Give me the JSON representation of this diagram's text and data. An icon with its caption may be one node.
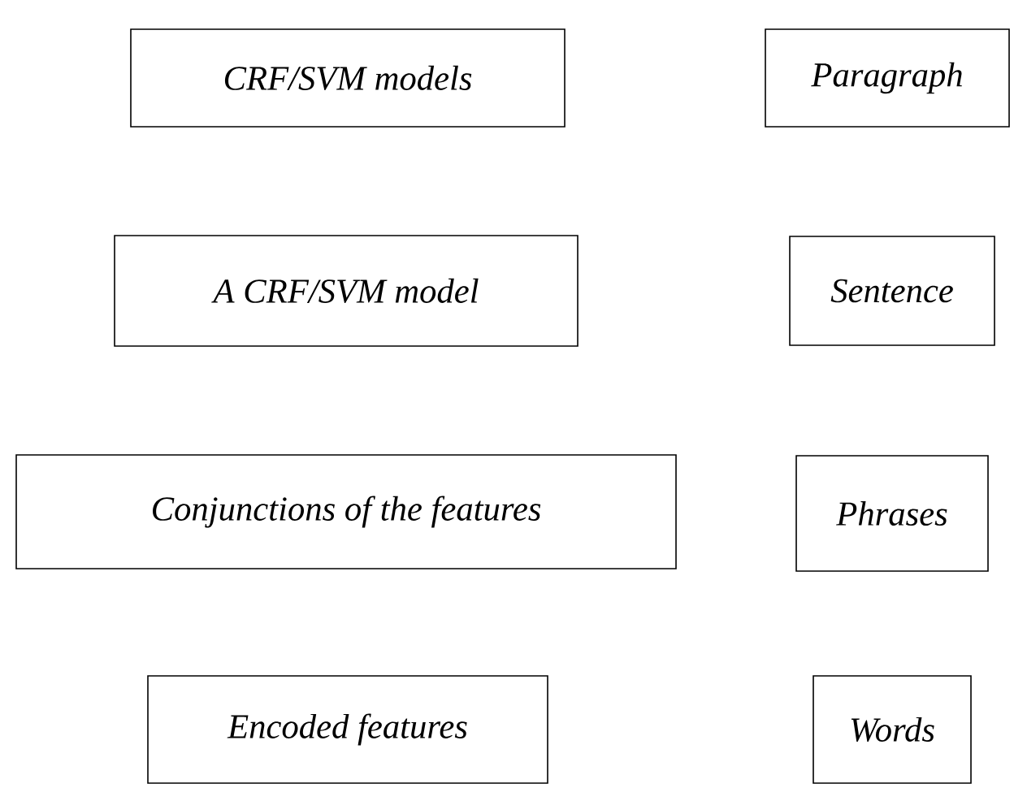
{
  "diagram": {
    "nodes": [
      {
        "text": [
          "CRF/SVM models"
        ]
      },
      {
        "text": [
          "Paragraph"
        ]
      },
      {
        "text": [
          "A CRF/SVM model"
        ]
      },
      {
        "text": [
          "Sentence"
        ]
      },
      {
        "text": [
          "Conjunctions of the features"
        ]
      },
      {
        "text": [
          "Phrases"
        ]
      },
      {
        "text": [
          "Encoded features"
        ]
      },
      {
        "text": [
          "Words"
        ]
      }
    ]
  }
}
